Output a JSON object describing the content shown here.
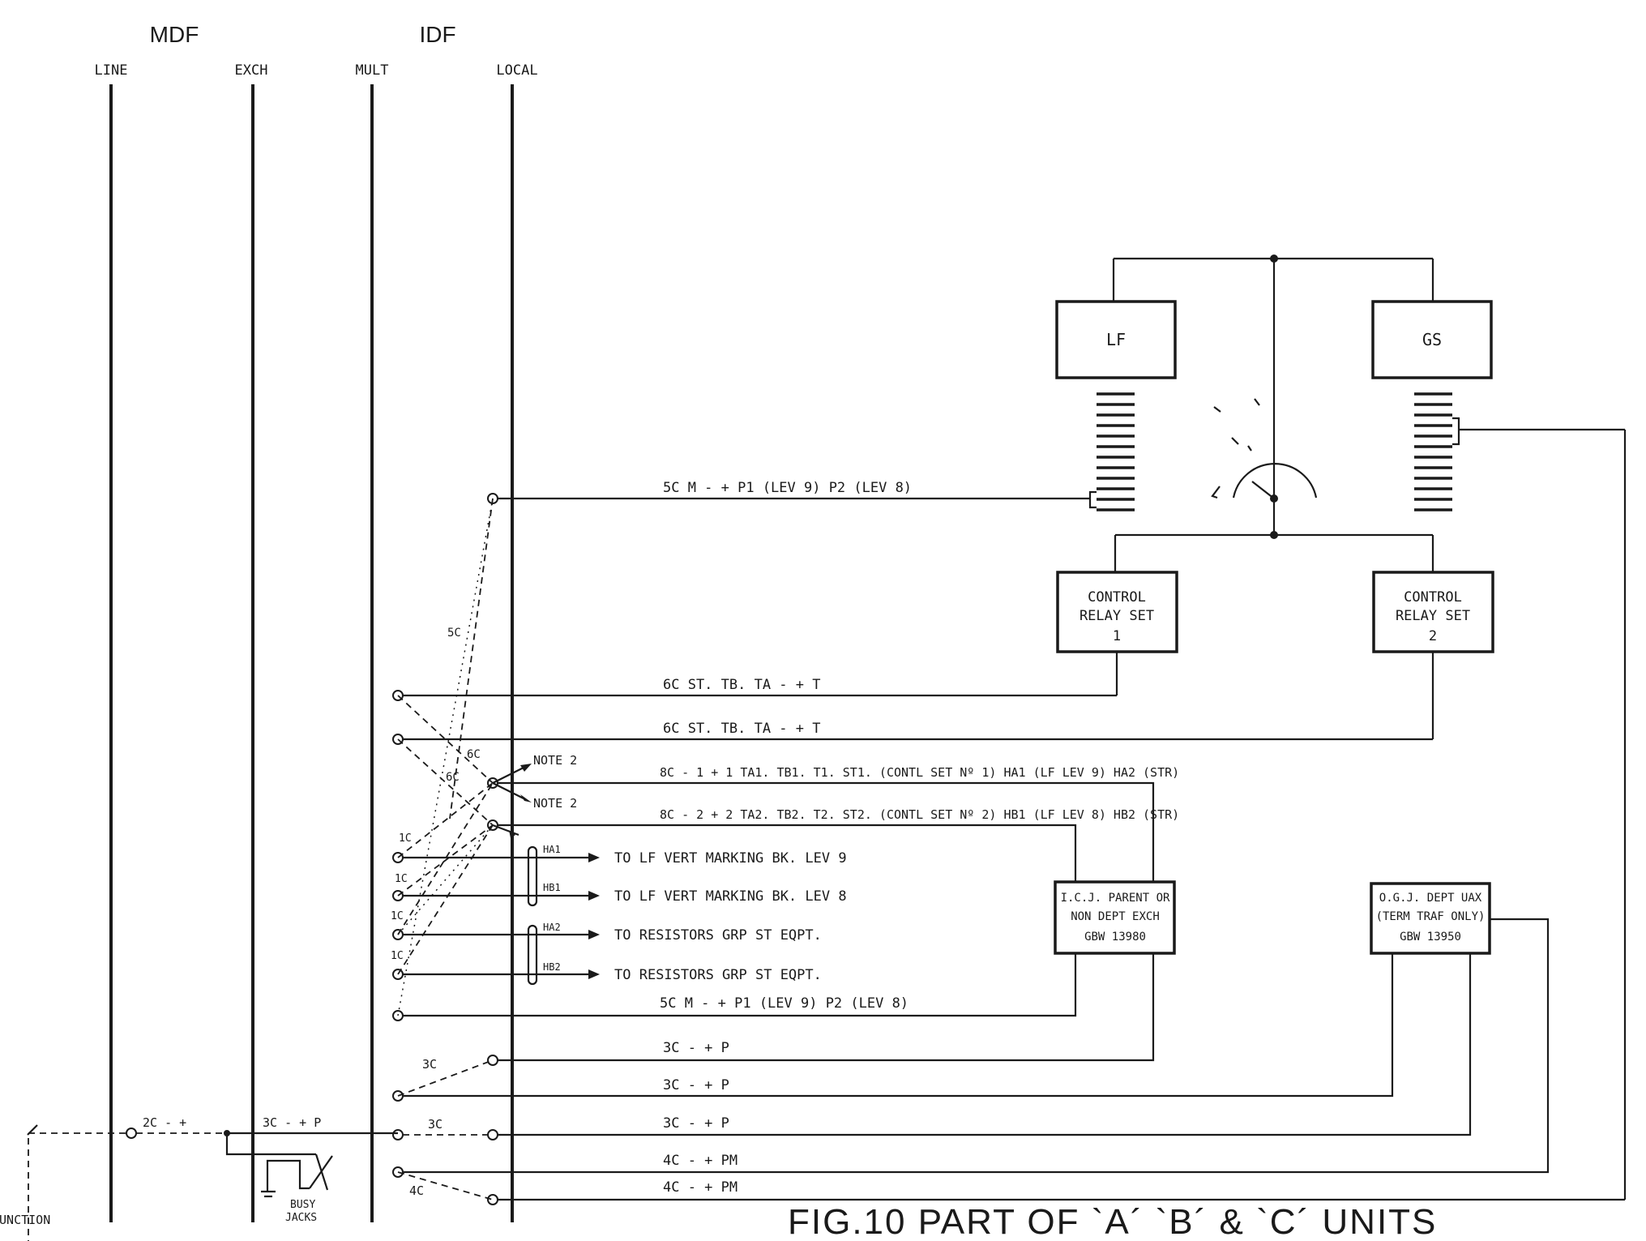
{
  "headers": {
    "mdf": "MDF",
    "idf": "IDF",
    "line": "LINE",
    "exch": "EXCH",
    "mult": "MULT",
    "local": "LOCAL"
  },
  "boxes": {
    "lf": "LF",
    "gs": "GS",
    "crs1": [
      "CONTROL",
      "RELAY SET",
      "1"
    ],
    "crs2": [
      "CONTROL",
      "RELAY SET",
      "2"
    ],
    "icj": [
      "I.C.J. PARENT OR",
      "NON DEPT EXCH",
      "GBW 13980"
    ],
    "ogj": [
      "O.G.J. DEPT UAX",
      "(TERM TRAF ONLY)",
      "GBW 13950"
    ]
  },
  "wires": {
    "w1": "5C M -  + P1 (LEV 9) P2 (LEV 8)",
    "w2": "6C ST. TB. TA -  + T",
    "w3": "6C ST. TB. TA -  + T",
    "w4": "8C - 1 + 1  TA1. TB1. T1. ST1. (CONTL SET Nº 1) HA1 (LF LEV 9) HA2 (STR)",
    "w5": "8C - 2 + 2  TA2. TB2. T2. ST2. (CONTL SET Nº 2) HB1 (LF LEV 8) HB2 (STR)",
    "w6": "5C M -  + P1 (LEV 9) P2 (LEV 8)",
    "w7": "3C -  + P",
    "w8": "3C -  + P",
    "w9": "3C -  + P",
    "w10": "4C -  + PM",
    "w11": "4C -  + PM"
  },
  "arrows": {
    "a1": "TO LF VERT MARKING BK. LEV 9",
    "a2": "TO LF VERT MARKING BK. LEV 8",
    "a3": "TO RESISTORS GRP ST EQPT.",
    "a4": "TO RESISTORS GRP ST EQPT."
  },
  "strap_labels": {
    "ha1": "HA1",
    "hb1": "HB1",
    "ha2": "HA2",
    "hb2": "HB2"
  },
  "small_labels": {
    "l5c": "5C",
    "l6ca": "6C",
    "l6cb": "6C",
    "note_a": "NOTE 2",
    "note_b": "NOTE 2",
    "l1c_1": "1C",
    "l1c_2": "1C",
    "l1c_3": "1C",
    "l1c_4": "1C",
    "l3c_a": "3C",
    "l3c_b": "3C",
    "l4c": "4C",
    "junction_in_a": "2C -  +",
    "junction_in_b": "3C -  + P",
    "busy_a": "BUSY",
    "busy_b": "JACKS",
    "junction": "JUNCTION"
  },
  "caption": "FIG.10  PART OF `A´ `B´ & `C´ UNITS"
}
